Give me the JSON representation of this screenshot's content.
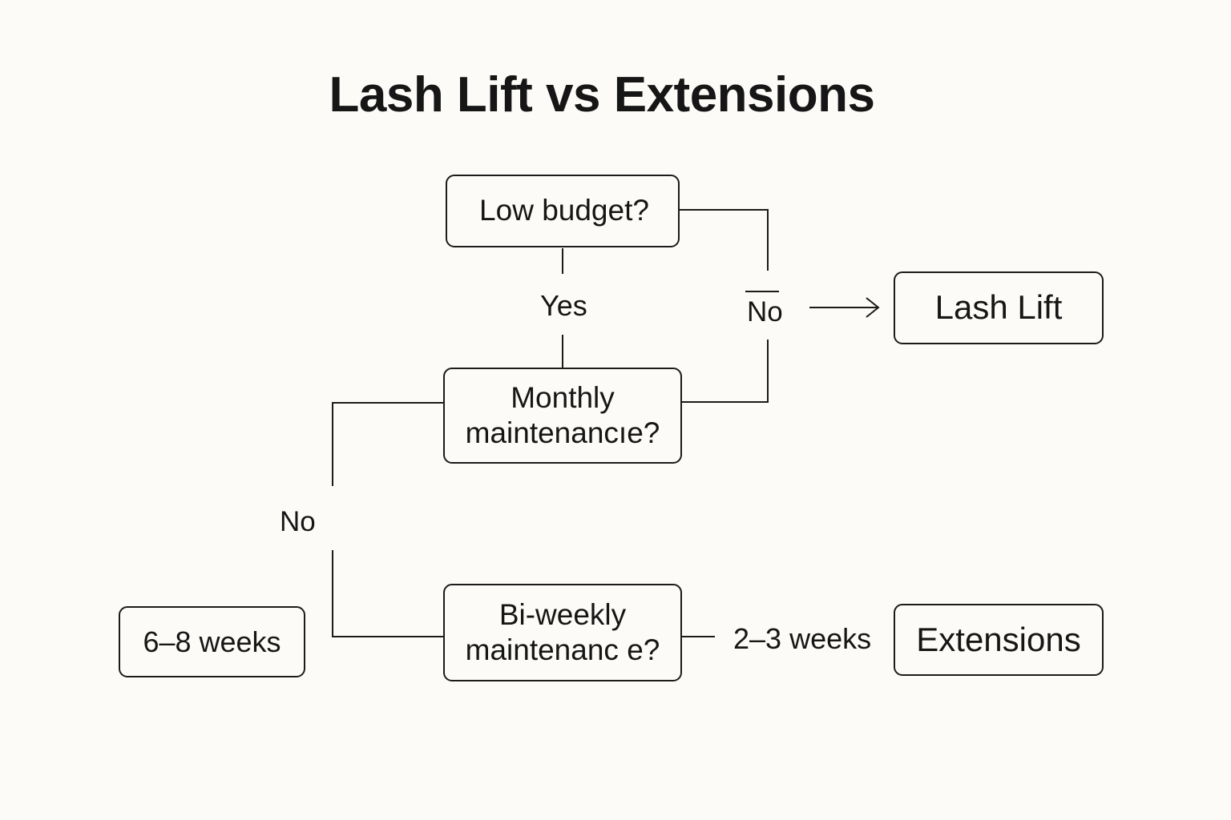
{
  "title": "Lash Lift vs Extensions",
  "nodes": {
    "low_budget": "Low budget?",
    "monthly": [
      "Monthly",
      "maintenancıe?"
    ],
    "biweekly": [
      "Bi-weekly",
      "maintenanc e?"
    ],
    "lash_lift": "Lash Lift",
    "extensions": "Extensions",
    "six_eight_weeks": "6–8 weeks"
  },
  "edge_labels": {
    "yes": "Yes",
    "no_right": "No",
    "no_left": "No",
    "two_three_weeks": "2–3 weeks"
  },
  "colors": {
    "background": "#fcfbf7",
    "stroke": "#1b1b1b",
    "text": "#161616"
  }
}
